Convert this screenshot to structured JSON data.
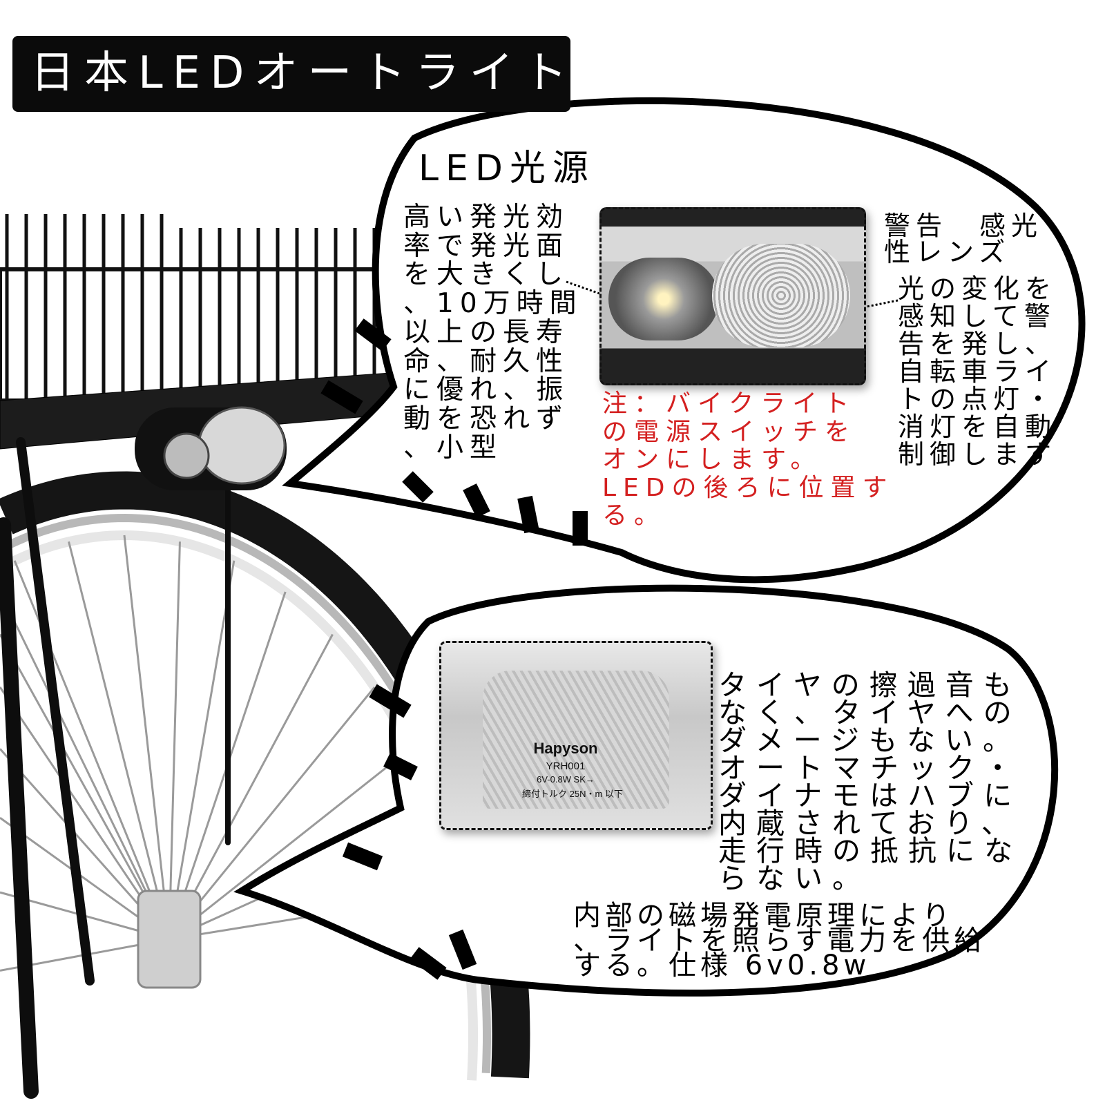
{
  "title": "日本LEDオートライト",
  "colors": {
    "title_bg": "#0b0b0b",
    "note_text": "#d42020",
    "bubble_outline": "#000000"
  },
  "led_section": {
    "heading": "LED光源",
    "lines": [
      "高い発光効",
      "率で発光面",
      "を大きくし",
      "、10万時間",
      "以上の長寿",
      "命、耐久性",
      "に優れ、振",
      "動を恐れず",
      "、小型"
    ]
  },
  "note": {
    "lines": [
      "注：バイクライト",
      "の電源スイッチを",
      "オンにします。",
      "LEDの後ろに位置す",
      "る。"
    ]
  },
  "sensor_section": {
    "heading_lines": [
      "警告　感光",
      "性レンズ"
    ],
    "lines": [
      "光の変化を",
      "感知して警",
      "告を発し、",
      "自転車ライ",
      "トの点灯・",
      "消灯を自動",
      "制御します"
    ]
  },
  "dynamo_section": {
    "lines": [
      "タイヤの擦過音も",
      "なく、タイヤへの",
      "ダメージもない。",
      "オートマチック・",
      "ダイナモはハブに",
      "内蔵されており、",
      "走行時の抵抗にな",
      "らない。"
    ],
    "spec_lines": [
      "内部の磁場発電原理により",
      "、ライトを照らす電力を供給",
      "する。仕様 6v0.8w"
    ]
  },
  "hub_label": {
    "brand": "Hapyson",
    "model": "YRH001",
    "rating": "6V-0.8W  SK→",
    "torque": "締付トルク 25N・m 以下"
  }
}
